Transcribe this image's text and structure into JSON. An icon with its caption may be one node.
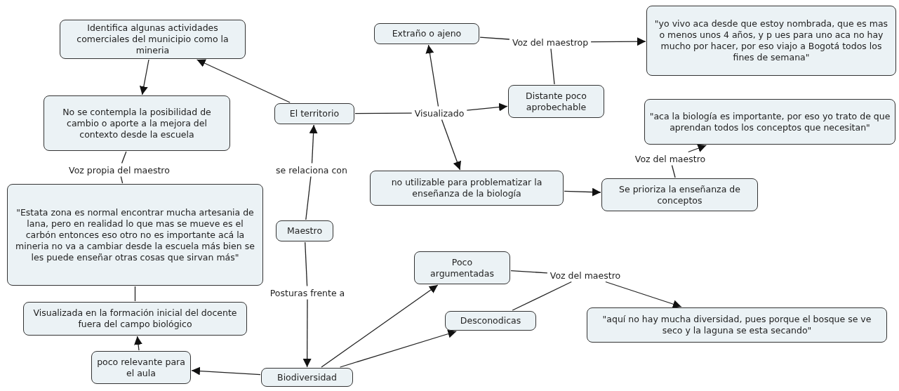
{
  "diagram": {
    "nodes": [
      {
        "text": [
          "Identifica algunas actividades comerciales del municipio como la mineria"
        ]
      },
      {
        "text": [
          "No se contempla la posibilidad de cambio o aporte a la mejora del contexto desde la escuela"
        ]
      },
      {
        "text": [
          "El territorio"
        ]
      },
      {
        "text": [
          "Extraño o ajeno"
        ]
      },
      {
        "text": [
          "\"yo vivo aca desde que estoy nombrada, que es mas o menos unos 4 años, y p ues para uno aca no hay mucho por hacer, por eso viajo a Bogotá todos los fines de semana\""
        ]
      },
      {
        "text": [
          "Distante poco aprobechable"
        ]
      },
      {
        "text": [
          "\"aca la biología es importante, por eso yo trato de que aprendan todos los conceptos que necesitan\""
        ]
      },
      {
        "text": [
          "no utilizable para problematizar la enseñanza de la biología"
        ]
      },
      {
        "text": [
          "Se prioriza la enseñanza de conceptos"
        ]
      },
      {
        "text": [
          "\"Estata zona es normal encontrar mucha artesania de lana, pero en realidad lo que mas se mueve es el carbón entonces eso otro no es importante acá la mineria no va a cambiar desde la escuela más bien se les puede enseñar otras cosas que sirvan más\""
        ]
      },
      {
        "text": [
          "Maestro"
        ]
      },
      {
        "text": [
          "Poco argumentadas"
        ]
      },
      {
        "text": [
          "Visualizada en la formación inicial del docente fuera del campo biológico"
        ]
      },
      {
        "text": [
          "Desconodicas"
        ]
      },
      {
        "text": [
          "\"aquí no hay mucha diversidad, pues porque el bosque se ve seco y la laguna se esta secando\""
        ]
      },
      {
        "text": [
          "poco relevante para el aula"
        ]
      },
      {
        "text": [
          "Biodiversidad"
        ]
      },
      {
        "text": [
          "Voz del maestrop"
        ]
      },
      {
        "text": [
          "Visualizado"
        ]
      },
      {
        "text": [
          "Voz propia del maestro"
        ]
      },
      {
        "text": [
          "se relaciona con"
        ]
      },
      {
        "text": [
          "Voz del maestro"
        ]
      },
      {
        "text": [
          "Posturas frente a"
        ]
      },
      {
        "text": [
          "Voz del maestro"
        ]
      }
    ],
    "edges": [
      {
        "from": 2,
        "to": 0,
        "arrow": "to"
      },
      {
        "from": 0,
        "to": 1,
        "arrow": "to"
      },
      {
        "from": 2,
        "to": 18,
        "arrow": "none"
      },
      {
        "from": 18,
        "to": 3,
        "arrow": "to"
      },
      {
        "from": 18,
        "to": 5,
        "arrow": "to"
      },
      {
        "from": 18,
        "to": 7,
        "arrow": "to"
      },
      {
        "from": 3,
        "to": 17,
        "arrow": "none"
      },
      {
        "from": 5,
        "to": 17,
        "arrow": "none"
      },
      {
        "from": 17,
        "to": 4,
        "arrow": "to"
      },
      {
        "from": 7,
        "to": 8,
        "arrow": "to"
      },
      {
        "from": 8,
        "to": 21,
        "arrow": "none"
      },
      {
        "from": 21,
        "to": 6,
        "arrow": "to"
      },
      {
        "from": 1,
        "to": 19,
        "arrow": "none"
      },
      {
        "from": 19,
        "to": 9,
        "arrow": "none"
      },
      {
        "from": 9,
        "to": 12,
        "arrow": "none"
      },
      {
        "from": 10,
        "to": 20,
        "arrow": "none"
      },
      {
        "from": 20,
        "to": 2,
        "arrow": "to"
      },
      {
        "from": 10,
        "to": 22,
        "arrow": "none"
      },
      {
        "from": 22,
        "to": 16,
        "arrow": "to"
      },
      {
        "from": 16,
        "to": 11,
        "arrow": "to"
      },
      {
        "from": 16,
        "to": 13,
        "arrow": "to"
      },
      {
        "from": 16,
        "to": 15,
        "arrow": "to"
      },
      {
        "from": 15,
        "to": 12,
        "arrow": "to"
      },
      {
        "from": 11,
        "to": 23,
        "arrow": "none"
      },
      {
        "from": 13,
        "to": 23,
        "arrow": "none"
      },
      {
        "from": 23,
        "to": 14,
        "arrow": "to"
      }
    ]
  }
}
